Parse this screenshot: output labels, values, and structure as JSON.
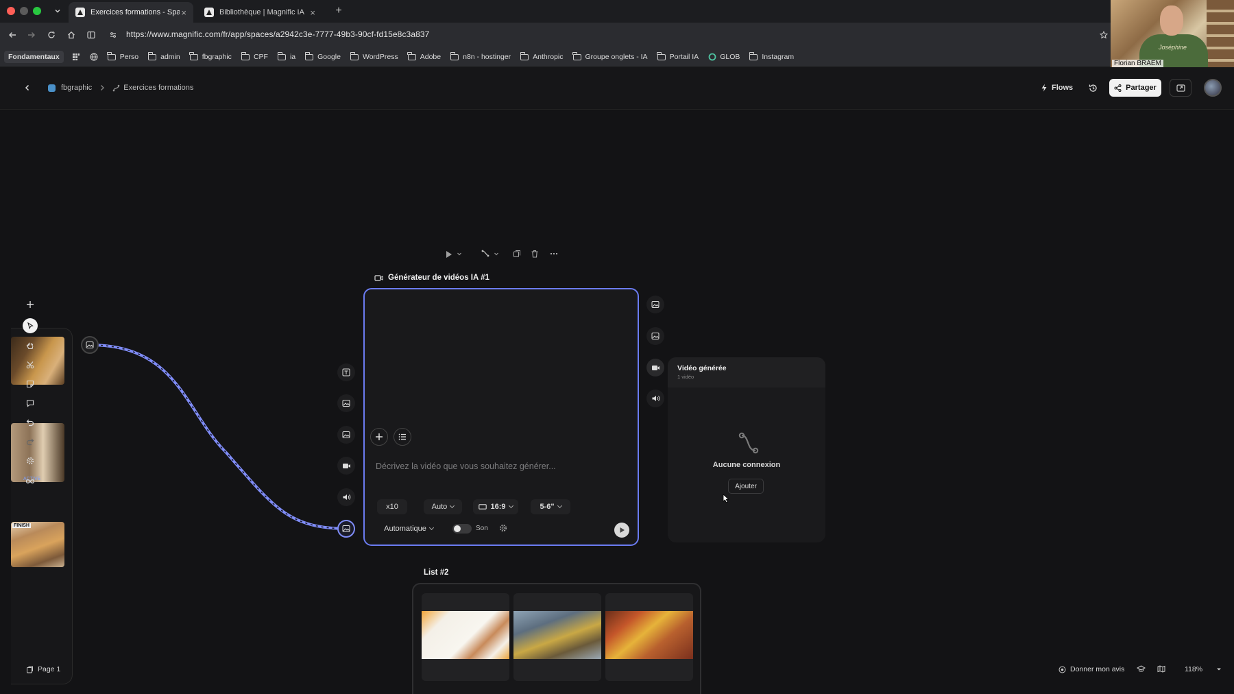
{
  "browser": {
    "tabs": [
      {
        "title": "Exercices formations - Space",
        "active": true
      },
      {
        "title": "Bibliothèque | Magnific IA",
        "active": false
      }
    ],
    "url": "https://www.magnific.com/fr/app/spaces/a2942c3e-7777-49b3-90cf-fd15e8c3a837",
    "bookmarks": [
      "Fondamentaux",
      "Perso",
      "admin",
      "fbgraphic",
      "CPF",
      "ia",
      "Google",
      "WordPress",
      "Adobe",
      "n8n - hostinger",
      "Anthropic",
      "Groupe onglets - IA",
      "Portail IA",
      "GLOB",
      "Instagram"
    ]
  },
  "webcam": {
    "name": "Florian BRAEM",
    "shirt_text": "Joséphine"
  },
  "header": {
    "breadcrumb": [
      "fbgraphic",
      "Exercices formations"
    ],
    "flows_label": "Flows",
    "share_label": "Partager"
  },
  "left_panel": {
    "active_badge": "ACTIVE",
    "finish_label": "FINISH"
  },
  "generator": {
    "title": "Générateur de vidéos IA #1",
    "prompt_placeholder": "Décrivez la vidéo que vous souhaitez générer...",
    "count": "x10",
    "mode": "Auto",
    "ratio": "16:9",
    "duration": "5-6\"",
    "model": "Automatique",
    "sound_label": "Son"
  },
  "output": {
    "title": "Vidéo générée",
    "subtitle": "1 vidéo",
    "empty_text": "Aucune connexion",
    "add_label": "Ajouter"
  },
  "list_node": {
    "title": "List #2"
  },
  "footer": {
    "page_label": "Page 1",
    "feedback_label": "Donner mon avis",
    "zoom": "118%"
  },
  "colors": {
    "accent": "#6b7cf2",
    "background": "#131315"
  }
}
